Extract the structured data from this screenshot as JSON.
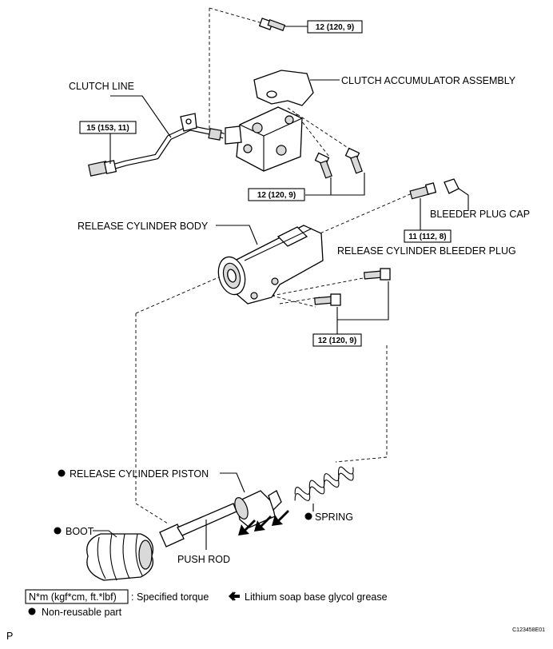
{
  "labels": {
    "clutch_line": "CLUTCH LINE",
    "clutch_accumulator": "CLUTCH ACCUMULATOR ASSEMBLY",
    "release_cylinder_body": "RELEASE CYLINDER BODY",
    "bleeder_plug_cap": "BLEEDER PLUG CAP",
    "bleeder_plug": "RELEASE CYLINDER BLEEDER PLUG",
    "piston": "RELEASE CYLINDER PISTON",
    "spring": "SPRING",
    "boot": "BOOT",
    "push_rod": "PUSH ROD"
  },
  "torques": {
    "accumulator_top_bolt": "12 (120, 9)",
    "clutch_line_nut": "15 (153, 11)",
    "accumulator_bolts": "12 (120, 9)",
    "bleeder_plug": "11 (112, 8)",
    "release_cylinder_bolts": "12 (120, 9)"
  },
  "legend": {
    "torque_unit": "N*m (kgf*cm, ft.*lbf)",
    "torque_desc": ": Specified torque",
    "grease": "Lithium soap base glycol grease",
    "non_reusable": "Non-reusable part"
  },
  "footer": {
    "figure_id": "C123458E01",
    "corner_letter": "P"
  }
}
